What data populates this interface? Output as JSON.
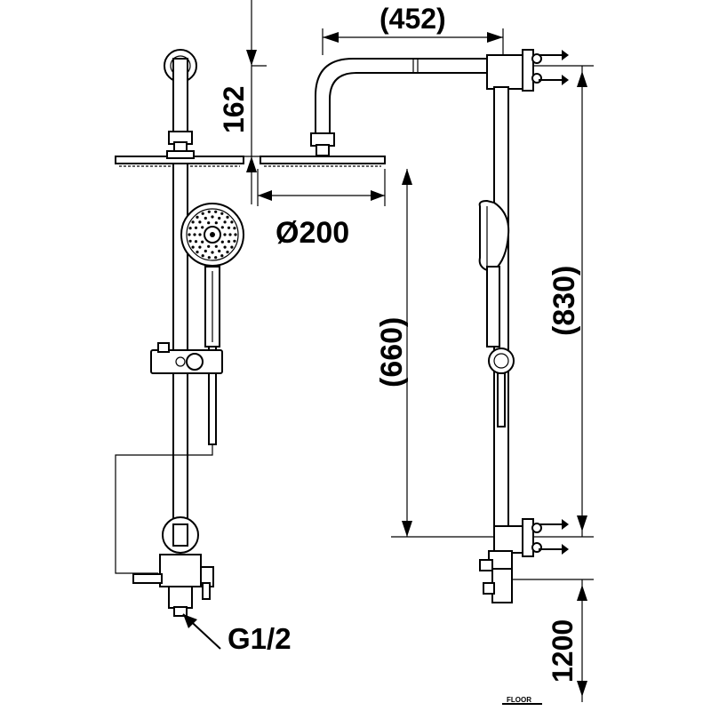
{
  "drawing": {
    "dimensions": {
      "arm_reach": "(452)",
      "head_drop": "162",
      "head_diameter": "Ø200",
      "head_to_mount": "(660)",
      "total_height": "(830)",
      "mount_height": "1200"
    },
    "inlet_label": "G1/2",
    "floor_label": "FLOOR"
  }
}
